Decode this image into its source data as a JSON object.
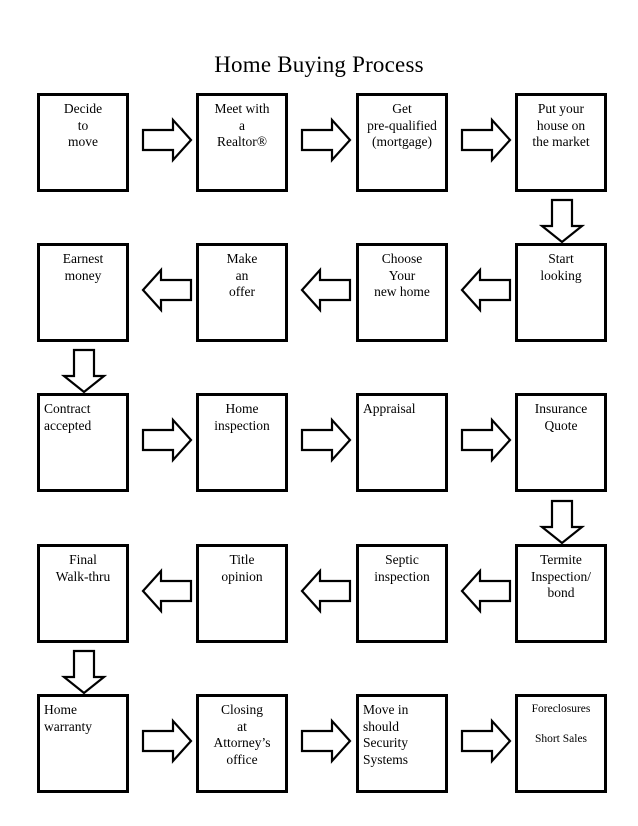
{
  "document": {
    "title": "Home Buying Process"
  },
  "chart_data": {
    "type": "diagram",
    "diagram_type": "flowchart",
    "title": "Home Buying Process",
    "layout": "serpentine grid, 4 columns x 5 rows",
    "node_style": {
      "shape": "rectangle",
      "border_color": "#000000",
      "fill_color": "#ffffff",
      "text_color": "#000000"
    },
    "arrow_style": {
      "shape": "block-arrow",
      "fill_color": "#ffffff",
      "stroke_color": "#000000"
    },
    "nodes": [
      {
        "id": "n1",
        "row": 1,
        "col": 1,
        "text": "Decide\nto\nmove",
        "align": "center"
      },
      {
        "id": "n2",
        "row": 1,
        "col": 2,
        "text": "Meet with\na\nRealtor®",
        "align": "center"
      },
      {
        "id": "n3",
        "row": 1,
        "col": 3,
        "text": "Get\npre-qualified\n(mortgage)",
        "align": "center"
      },
      {
        "id": "n4",
        "row": 1,
        "col": 4,
        "text": "Put your\nhouse on\nthe market",
        "align": "center"
      },
      {
        "id": "n5",
        "row": 2,
        "col": 4,
        "text": "Start\nlooking",
        "align": "center"
      },
      {
        "id": "n6",
        "row": 2,
        "col": 3,
        "text": "Choose\nYour\nnew home",
        "align": "center"
      },
      {
        "id": "n7",
        "row": 2,
        "col": 2,
        "text": "Make\nan\noffer",
        "align": "center"
      },
      {
        "id": "n8",
        "row": 2,
        "col": 1,
        "text": "Earnest\nmoney",
        "align": "center"
      },
      {
        "id": "n9",
        "row": 3,
        "col": 1,
        "text": "Contract\naccepted",
        "align": "left"
      },
      {
        "id": "n10",
        "row": 3,
        "col": 2,
        "text": "Home\ninspection",
        "align": "center"
      },
      {
        "id": "n11",
        "row": 3,
        "col": 3,
        "text": "Appraisal",
        "align": "left"
      },
      {
        "id": "n12",
        "row": 3,
        "col": 4,
        "text": "Insurance\nQuote",
        "align": "center"
      },
      {
        "id": "n13",
        "row": 4,
        "col": 4,
        "text": "Termite\nInspection/\nbond",
        "align": "center"
      },
      {
        "id": "n14",
        "row": 4,
        "col": 3,
        "text": "Septic\ninspection",
        "align": "center"
      },
      {
        "id": "n15",
        "row": 4,
        "col": 2,
        "text": "Title\nopinion",
        "align": "center"
      },
      {
        "id": "n16",
        "row": 4,
        "col": 1,
        "text": "Final\nWalk-thru",
        "align": "center"
      },
      {
        "id": "n17",
        "row": 5,
        "col": 1,
        "text": "Home\nwarranty",
        "align": "left"
      },
      {
        "id": "n18",
        "row": 5,
        "col": 2,
        "text": "Closing\nat\nAttorney’s\noffice",
        "align": "center"
      },
      {
        "id": "n19",
        "row": 5,
        "col": 3,
        "text": "Move in\nshould\n    Security\n    Systems",
        "align": "left"
      },
      {
        "id": "n20",
        "row": 5,
        "col": 4,
        "text": "Foreclosures\n\nShort Sales",
        "align": "center",
        "small": true
      }
    ],
    "edges": [
      {
        "from": "n1",
        "to": "n2",
        "direction": "right"
      },
      {
        "from": "n2",
        "to": "n3",
        "direction": "right"
      },
      {
        "from": "n3",
        "to": "n4",
        "direction": "right"
      },
      {
        "from": "n4",
        "to": "n5",
        "direction": "down"
      },
      {
        "from": "n5",
        "to": "n6",
        "direction": "left"
      },
      {
        "from": "n6",
        "to": "n7",
        "direction": "left"
      },
      {
        "from": "n7",
        "to": "n8",
        "direction": "left"
      },
      {
        "from": "n8",
        "to": "n9",
        "direction": "down"
      },
      {
        "from": "n9",
        "to": "n10",
        "direction": "right"
      },
      {
        "from": "n10",
        "to": "n11",
        "direction": "right"
      },
      {
        "from": "n11",
        "to": "n12",
        "direction": "right"
      },
      {
        "from": "n12",
        "to": "n13",
        "direction": "down"
      },
      {
        "from": "n13",
        "to": "n14",
        "direction": "left"
      },
      {
        "from": "n14",
        "to": "n15",
        "direction": "left"
      },
      {
        "from": "n15",
        "to": "n16",
        "direction": "left"
      },
      {
        "from": "n16",
        "to": "n17",
        "direction": "down"
      },
      {
        "from": "n17",
        "to": "n18",
        "direction": "right"
      },
      {
        "from": "n18",
        "to": "n19",
        "direction": "right"
      },
      {
        "from": "n19",
        "to": "n20",
        "direction": "right"
      }
    ]
  }
}
